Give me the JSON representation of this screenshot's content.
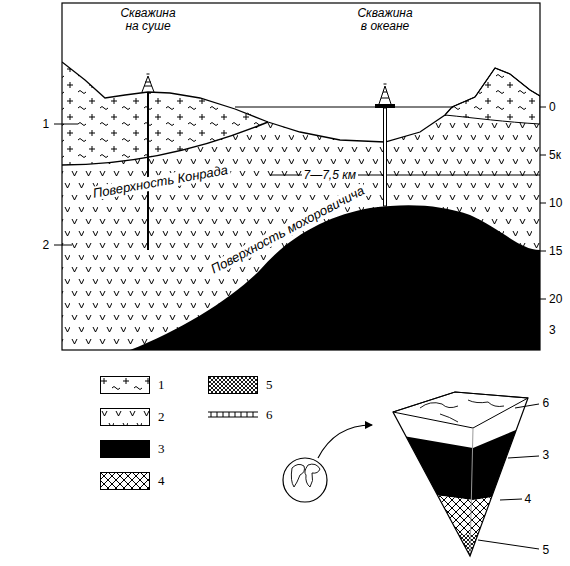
{
  "diagram": {
    "labels": [
      "Скважина на суше",
      "Скважина в океане",
      "0",
      "5к",
      "10",
      "15",
      "20",
      "1",
      "2",
      "3",
      "Поверхность Конрада",
      "7—7,5 км",
      "Поверхность мохоровичича",
      "6",
      "3",
      "4",
      "5"
    ],
    "legend": [
      {
        "text": "1"
      },
      {
        "text": "2"
      },
      {
        "text": "3",
        "color": "#000000"
      },
      {
        "text": "4"
      },
      {
        "text": "5"
      },
      {
        "text": "6"
      }
    ]
  }
}
